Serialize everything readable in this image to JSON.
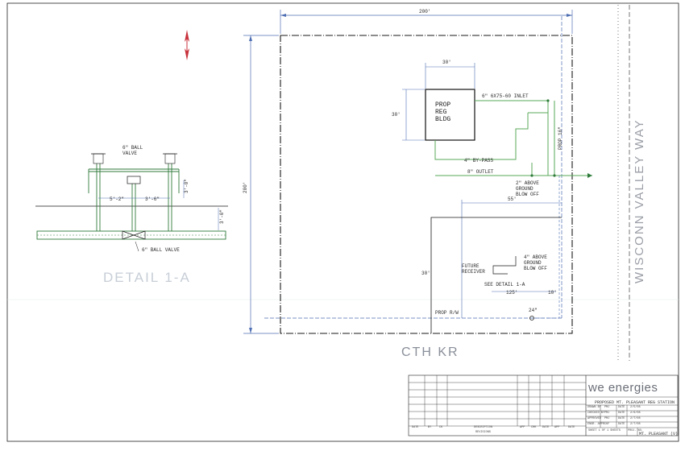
{
  "labels": {
    "top_dim": "200'",
    "left_dim": "200'",
    "bldg_width": "30'",
    "bldg_height": "30'",
    "bldg_lines": [
      "PROP",
      "REG",
      "BLDG"
    ],
    "inlet": "6\" 6X75-60 INLET",
    "prop_16": "PROP 16\"",
    "bypass": "4\" BY-PASS",
    "outlet": "8\" OUTLET",
    "above_ground_1": [
      "2\" ABOVE",
      "GROUND",
      "BLOW OFF"
    ],
    "dim_55": "55'",
    "dim_30": "30'",
    "above_ground_2": [
      "4\" ABOVE",
      "GROUND",
      "BLOW OFF"
    ],
    "future_receiver": [
      "FUTURE",
      "RECEIVER"
    ],
    "see_detail": "SEE DETAIL 1-A",
    "dim_125": "125'",
    "dim_10": "10'",
    "prop_row": "PROP R/W",
    "dim_24": "24\"",
    "ball_valve_top": [
      "6\" BALL",
      "VALVE"
    ],
    "ball_valve_bottom": "6\" BALL VALVE",
    "det_5_2": "5'-2\"",
    "det_3_6": "3'-6\"",
    "det_3_0a": "3'-0\"",
    "det_3_0b": "3'-0\""
  },
  "titles": {
    "detail": "DETAIL 1-A",
    "road": "CTH KR",
    "street": "WISCONN VALLEY WAY"
  },
  "title_block": {
    "brand": "we energies",
    "project": "PROPOSED MT. PLEASANT REG STATION",
    "location": "MT. PLEASANT (V)",
    "revisions_label": "REVISIONS",
    "revision_headers": [
      "DATE",
      "BY",
      "CK",
      "DESCRIPTION",
      "APP",
      "CHK",
      "DATE",
      "APP",
      "DATE"
    ],
    "drawn_rows": [
      {
        "label": "DRAWN BY",
        "value": "PMJ",
        "k": "DATE",
        "v": "2/5/08"
      },
      {
        "label": "CHECKED BY",
        "value": "PMJ",
        "k": "DATE",
        "v": "2/6/08"
      },
      {
        "label": "APPROVED",
        "value": "PMJ",
        "k": "DATE",
        "v": "2/7/08"
      },
      {
        "label": "ENGR. APPR.",
        "value": "CKF",
        "k": "DATE",
        "v": "2/7/08"
      }
    ],
    "sheet": "SHEET 1 OF 1 SHEETS",
    "proj_no": "PROJ. NO."
  },
  "colors": {
    "frame": "#1a1a1a",
    "pipe_green": "#6fb56f",
    "pipe_dark": "#2f7a3a",
    "dim_blue": "#4f6fb3",
    "north_arrow": "#c8323c"
  }
}
